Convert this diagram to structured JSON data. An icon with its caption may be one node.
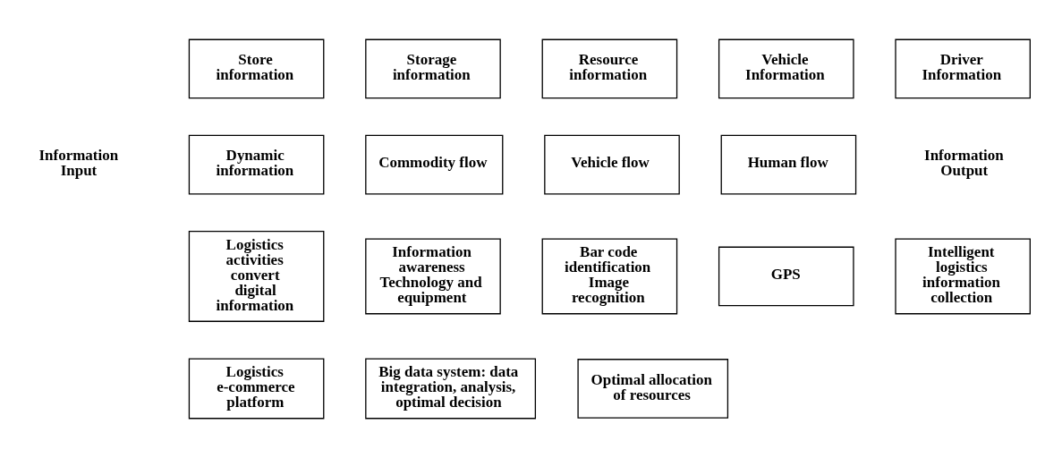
{
  "diagram": {
    "nodes": [
      {
        "text": [
          "Store information"
        ]
      },
      {
        "text": [
          "Storage information"
        ]
      },
      {
        "text": [
          "Resource information"
        ]
      },
      {
        "text": [
          "Vehicle Information"
        ]
      },
      {
        "text": [
          "Driver Information"
        ]
      },
      {
        "text": [
          "Dynamic information"
        ]
      },
      {
        "text": [
          "Commodity flow"
        ]
      },
      {
        "text": [
          "Vehicle flow"
        ]
      },
      {
        "text": [
          "Human flow"
        ]
      },
      {
        "text": [
          "Logistics activities convert digital information"
        ]
      },
      {
        "text": [
          "Information awareness Technology and equipment"
        ]
      },
      {
        "text": [
          "Bar code identification Image recognition"
        ]
      },
      {
        "text": [
          "GPS"
        ]
      },
      {
        "text": [
          "Intelligent logistics information collection"
        ]
      },
      {
        "text": [
          "Logistics e-commerce platform"
        ]
      },
      {
        "text": [
          "Big data system: data integration, analysis, optimal decision"
        ]
      },
      {
        "text": [
          "Optimal allocation of resources"
        ]
      }
    ],
    "labels": [
      "Information Input",
      "Information Output"
    ]
  }
}
